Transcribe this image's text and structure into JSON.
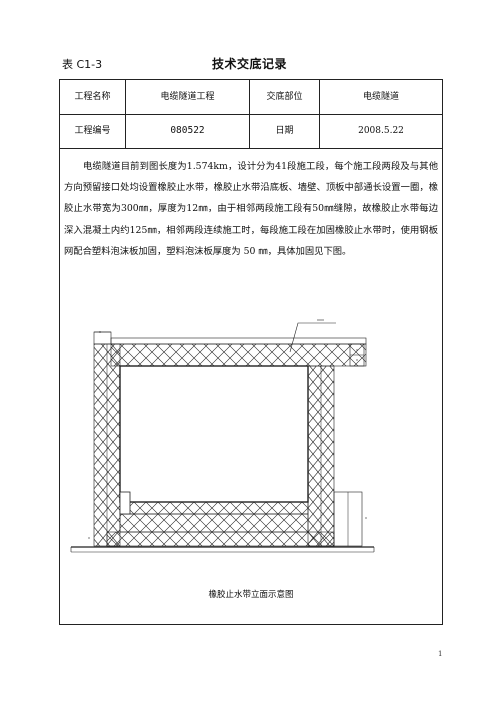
{
  "header": {
    "form_no": "表 C1-3",
    "title": "技术交底记录"
  },
  "info_table": [
    {
      "label": "工程名称",
      "value": "电缆隧道工程",
      "label2": "交底部位",
      "value2": "电缆隧道"
    },
    {
      "label": "工程编号",
      "value": "080522",
      "label2": "日期",
      "value2": "2008.5.22"
    }
  ],
  "body_text": "电缆隧道目前到图长度为1.574km，设计分为41段施工段，每个施工段两段及与其他方向预留接口处均设置橡胶止水带，橡胶止水带沿底板、墙壁、顶板中部通长设置一圈，橡胶止水带宽为300㎜，厚度为12㎜，由于相邻两段施工段有50㎜缝隙，故橡胶止水带每边深入混凝土内约125㎜，相邻两段连续施工时，每段施工段在加固橡胶止水带时，使用钢板网配合塑料泡沫板加固，塑料泡沫板厚度为 50 ㎜，具体加固见下图。",
  "figure": {
    "caption": "橡胶止水带立面示意图"
  },
  "footer": {
    "page_number": "1"
  }
}
